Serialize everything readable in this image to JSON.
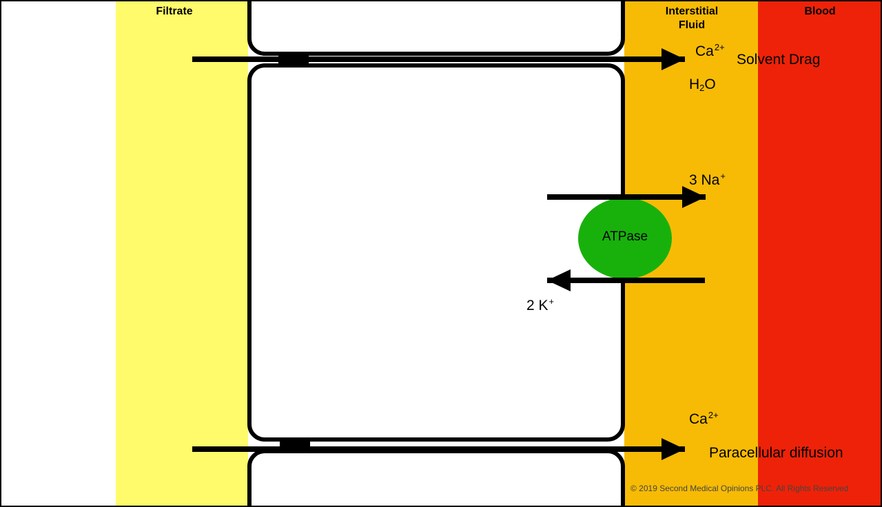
{
  "regions": {
    "filtrate": "Filtrate",
    "interstitial_line1": "Interstitial",
    "interstitial_line2": "Fluid",
    "blood": "Blood"
  },
  "labels": {
    "ca_top": {
      "base": "Ca",
      "sup": "2+"
    },
    "solvent_drag": "Solvent Drag",
    "water": {
      "pre": "H",
      "sub": "2",
      "post": "O"
    },
    "sodium": {
      "base": "3 Na",
      "sup": "+"
    },
    "atpase": "ATPase",
    "potassium": {
      "base": "2 K",
      "sup": "+"
    },
    "ca_bottom": {
      "base": "Ca",
      "sup": "2+"
    },
    "paracellular": "Paracellular diffusion"
  },
  "copyright": "© 2019 Second Medical Opinions PLC. All Rights Reserved",
  "colors": {
    "filtrate": "#fffb6b",
    "interstitial": "#f7bb05",
    "blood": "#ee2208",
    "atpase": "#18b10c",
    "cell_outline": "#000000"
  }
}
